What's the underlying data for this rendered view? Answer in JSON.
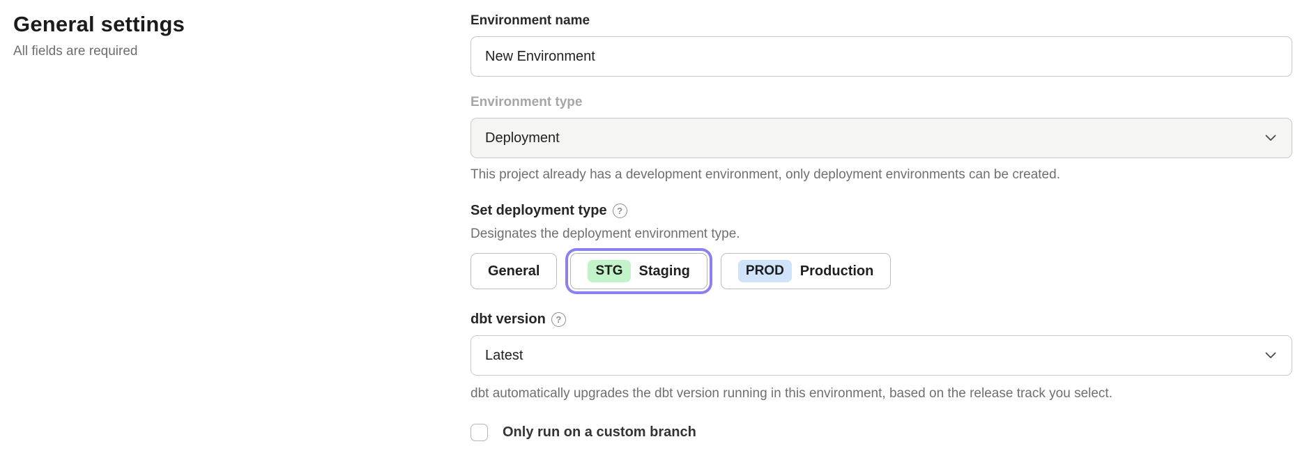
{
  "page": {
    "heading": "General settings",
    "subheading": "All fields are required"
  },
  "form": {
    "environment_name": {
      "label": "Environment name",
      "value": "New Environment"
    },
    "environment_type": {
      "label": "Environment type",
      "value": "Deployment",
      "disabled": true,
      "helper": "This project already has a development environment, only deployment environments can be created."
    },
    "deployment_type": {
      "label": "Set deployment type",
      "help_icon": "question-circle",
      "description": "Designates the deployment environment type.",
      "options": [
        {
          "label": "General",
          "selected": false
        },
        {
          "badge": "STG",
          "label": "Staging",
          "selected": true
        },
        {
          "badge": "PROD",
          "label": "Production",
          "selected": false
        }
      ]
    },
    "dbt_version": {
      "label": "dbt version",
      "help_icon": "question-circle",
      "value": "Latest",
      "helper": "dbt automatically upgrades the dbt version running in this environment, based on the release track you select."
    },
    "custom_branch": {
      "label": "Only run on a custom branch",
      "checked": false
    }
  },
  "colors": {
    "accent_ring": "#8a80ef",
    "badge_staging": "#c3f4c9",
    "badge_production": "#cfe3fb",
    "disabled_bg": "#f5f5f4",
    "helper_text": "#6f6f6f"
  }
}
